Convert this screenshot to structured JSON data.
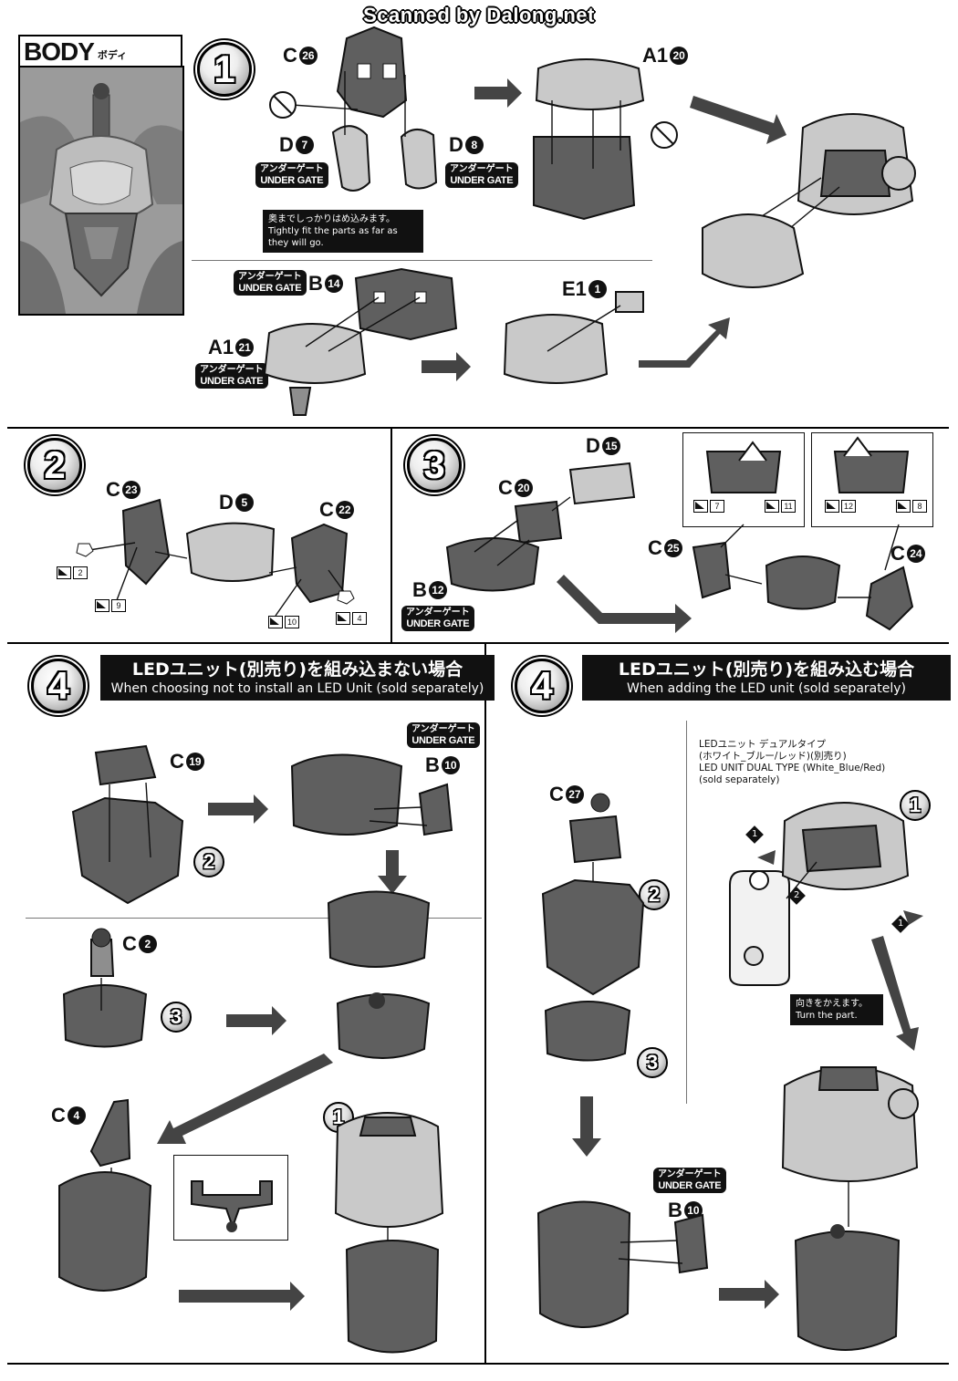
{
  "watermark": "Scanned by Dalong.net",
  "section": {
    "en": "BODY",
    "jp": "ボディ"
  },
  "gate": {
    "jp": "アンダーゲート",
    "en": "UNDER GATE"
  },
  "steps": {
    "s1": "1",
    "s2": "2",
    "s3": "3",
    "s4": "4"
  },
  "substeps": {
    "one": "1",
    "two": "2",
    "three": "3"
  },
  "step1": {
    "parts": {
      "c26": {
        "letter": "C",
        "num": "26"
      },
      "d7": {
        "letter": "D",
        "num": "7"
      },
      "d8": {
        "letter": "D",
        "num": "8"
      },
      "a1_20": {
        "letter": "A1",
        "num": "20"
      },
      "b14": {
        "letter": "B",
        "num": "14"
      },
      "a1_21": {
        "letter": "A1",
        "num": "21"
      },
      "e1_1": {
        "letter": "E1",
        "num": "1"
      }
    },
    "note_jp": "奥までしっかりはめ込みます。",
    "note_en": "Tightly fit the parts as far as they will go."
  },
  "step2": {
    "parts": {
      "c23": {
        "letter": "C",
        "num": "23"
      },
      "d5": {
        "letter": "D",
        "num": "5"
      },
      "c22": {
        "letter": "C",
        "num": "22"
      }
    },
    "tags": [
      "2",
      "9",
      "10",
      "4"
    ]
  },
  "step3": {
    "parts": {
      "d15": {
        "letter": "D",
        "num": "15"
      },
      "c20": {
        "letter": "C",
        "num": "20"
      },
      "b12": {
        "letter": "B",
        "num": "12"
      },
      "c25": {
        "letter": "C",
        "num": "25"
      },
      "c24": {
        "letter": "C",
        "num": "24"
      }
    },
    "tags": [
      "7",
      "11",
      "12",
      "8"
    ]
  },
  "step4a": {
    "title_jp": "LEDユニット(別売り)を組み込まない場合",
    "title_en": "When choosing not to install an LED Unit (sold separately)",
    "parts": {
      "c19": {
        "letter": "C",
        "num": "19"
      },
      "b10": {
        "letter": "B",
        "num": "10"
      },
      "c2": {
        "letter": "C",
        "num": "2"
      },
      "c4": {
        "letter": "C",
        "num": "4"
      }
    }
  },
  "step4b": {
    "title_jp": "LEDユニット(別売り)を組み込む場合",
    "title_en": "When adding the LED unit (sold separately)",
    "led_jp1": "LEDユニット デュアルタイプ",
    "led_jp2": "(ホワイト_ブルー/レッド)(別売り)",
    "led_en1": "LED UNIT DUAL TYPE (White_Blue/Red)",
    "led_en2": "(sold separately)",
    "turn_jp": "向きをかえます。",
    "turn_en": "Turn the part.",
    "markers": [
      "1",
      "2",
      "1"
    ],
    "parts": {
      "c27": {
        "letter": "C",
        "num": "27"
      },
      "b10": {
        "letter": "B",
        "num": "10"
      }
    }
  }
}
